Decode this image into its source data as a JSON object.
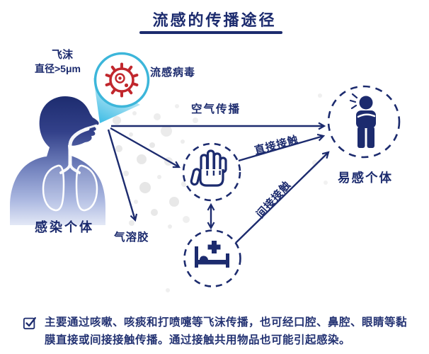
{
  "title": "流感的传播途径",
  "nodes": {
    "droplet": {
      "label": "飞沫",
      "size": "直径>5μm"
    },
    "virus": {
      "label": "流感病毒"
    },
    "infected": {
      "label": "感染个体"
    },
    "susceptible": {
      "label": "易感个体"
    }
  },
  "edges": {
    "airborne": "空气传播",
    "direct": "直接接触",
    "indirect": "间接接触",
    "aerosol": "气溶胶"
  },
  "footnote": {
    "text": "主要通过咳嗽、咳痰和打喷嚏等飞沫传播，也可经口腔、鼻腔、眼睛等黏膜直接或间接接触传播。通过接触共用物品也可能引起感染。"
  },
  "icons": {
    "virus-icon": "red spiked virus ball",
    "hand-icon": "outlined open palm",
    "hospital-bed-icon": "bed with medical cross",
    "coughing-person-icon": "standing person coughing",
    "infected-person-silhouette": "profile silhouette with lungs",
    "checked-checkbox-icon": "square with check mark"
  },
  "colors": {
    "navy": "#1c2b6e",
    "virus_red": "#c1272d",
    "ring_cyan": "#3cb6da",
    "cone_cyan": "#3fbde5",
    "particle_gray": "#d2d2d2"
  }
}
